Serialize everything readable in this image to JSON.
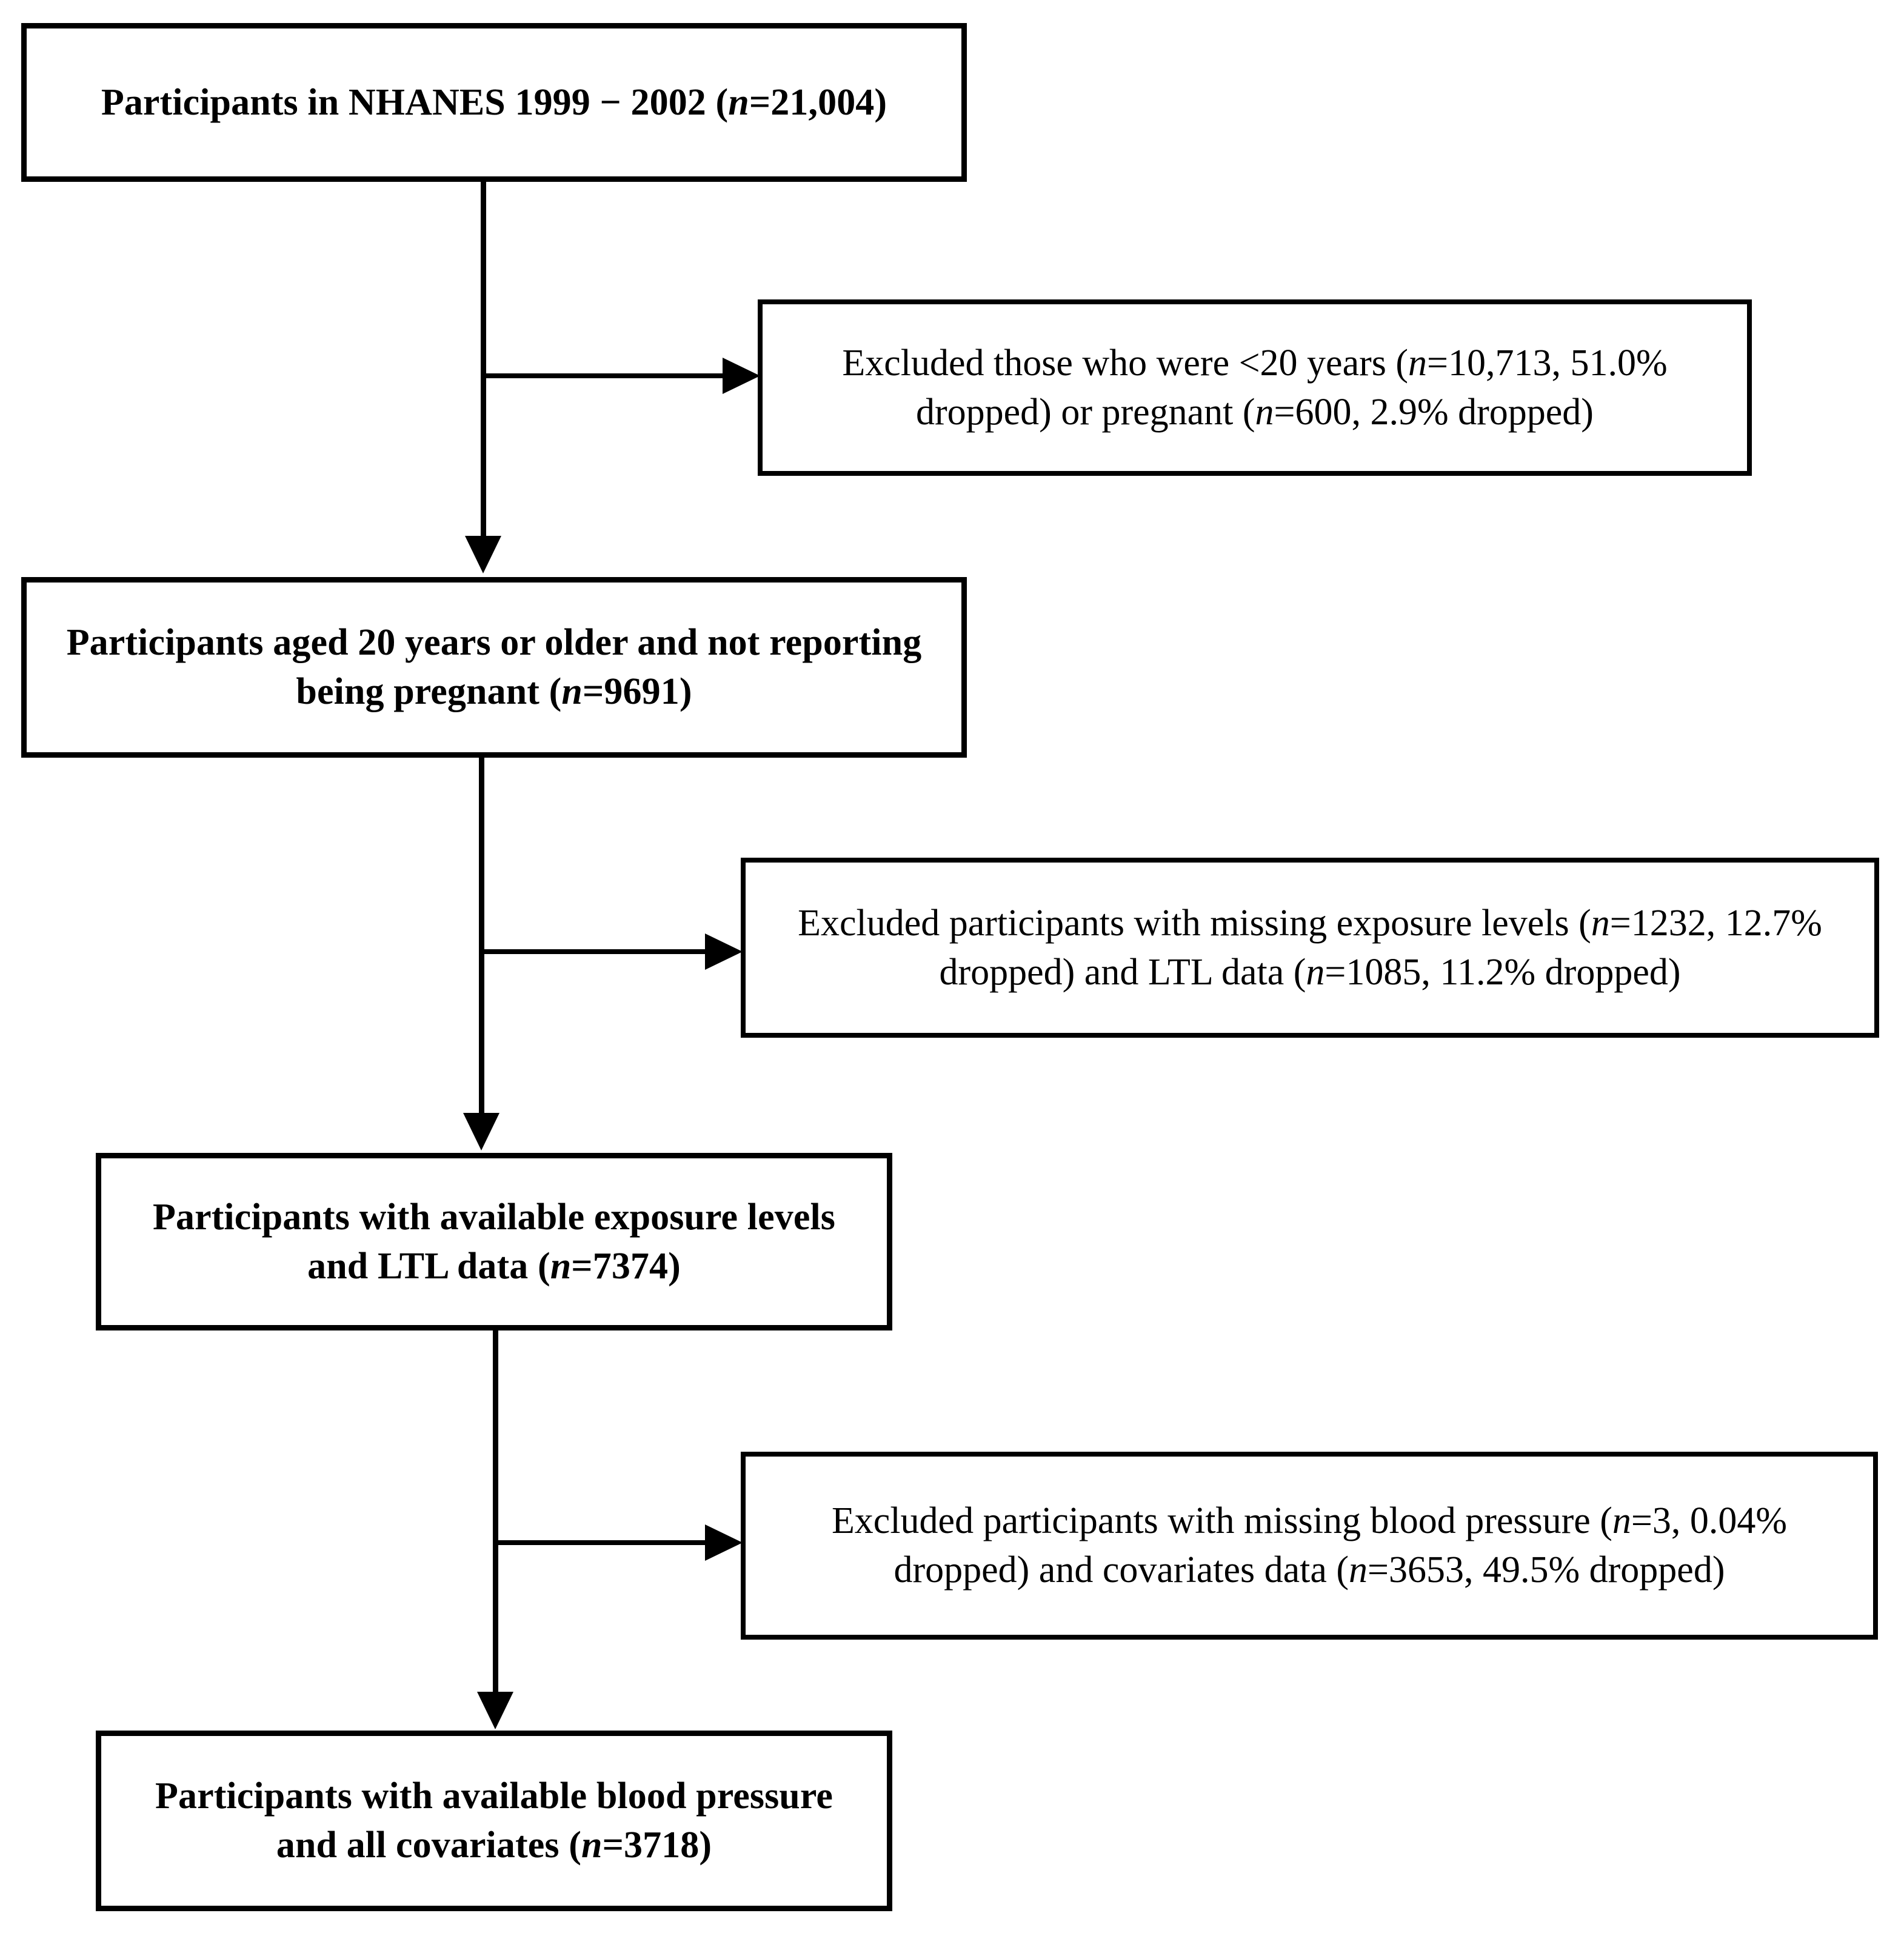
{
  "diagram": {
    "title": "Participant selection flowchart (NHANES 1999-2002)",
    "type": "flowchart",
    "orientation": "top-to-bottom",
    "stroke_color": "#000000",
    "background_color": "#ffffff",
    "nodes": [
      {
        "id": "node-1",
        "kind": "primary",
        "text_before_n": "Participants in NHANES 1999 − 2002 (",
        "n_symbol": "n",
        "text_after_n": "=21,004)",
        "full_text": "Participants in NHANES 1999 − 2002 (n=21,004)",
        "count": 21004
      },
      {
        "id": "node-2",
        "kind": "primary",
        "text_before_n": "Participants aged 20 years or older and not reporting being pregnant (",
        "n_symbol": "n",
        "text_after_n": "=9691)",
        "full_text": "Participants aged 20 years or older and not reporting being pregnant (n=9691)",
        "count": 9691
      },
      {
        "id": "node-3",
        "kind": "primary",
        "text_before_n": "Participants with available exposure levels and LTL data (",
        "n_symbol": "n",
        "text_after_n": "=7374)",
        "full_text": "Participants with available exposure levels and LTL data (n=7374)",
        "count": 7374
      },
      {
        "id": "node-4",
        "kind": "primary",
        "text_before_n": "Participants with available blood pressure and all covariates (",
        "n_symbol": "n",
        "text_after_n": "=3718)",
        "full_text": "Participants with available blood pressure and all covariates (n=3718)",
        "count": 3718
      }
    ],
    "exclusions": [
      {
        "id": "exclusion-1",
        "kind": "exclusion",
        "seg1": "Excluded those who were <20 years (",
        "n1_symbol": "n",
        "seg2": "=10,713, 51.0% dropped) or pregnant (",
        "n2_symbol": "n",
        "seg3": "=600, 2.9% dropped)",
        "full_text": "Excluded those who were <20 years (n=10,713, 51.0% dropped) or pregnant (n=600, 2.9% dropped)",
        "counts": [
          10713,
          600
        ],
        "percents": [
          "51.0%",
          "2.9%"
        ]
      },
      {
        "id": "exclusion-2",
        "kind": "exclusion",
        "seg1": "Excluded participants with missing exposure levels (",
        "n1_symbol": "n",
        "seg2": "=1232, 12.7% dropped) and LTL data (",
        "n2_symbol": "n",
        "seg3": "=1085, 11.2% dropped)",
        "full_text": "Excluded participants with missing exposure levels (n=1232, 12.7% dropped) and LTL data (n=1085, 11.2% dropped)",
        "counts": [
          1232,
          1085
        ],
        "percents": [
          "12.7%",
          "11.2%"
        ]
      },
      {
        "id": "exclusion-3",
        "kind": "exclusion",
        "seg1": "Excluded participants with missing blood pressure (",
        "n1_symbol": "n",
        "seg2": "=3, 0.04% dropped) and covariates data (",
        "n2_symbol": "n",
        "seg3": "=3653, 49.5% dropped)",
        "full_text": "Excluded participants with missing blood pressure (n=3, 0.04% dropped) and covariates data (n=3653, 49.5% dropped)",
        "counts": [
          3,
          3653
        ],
        "percents": [
          "0.04%",
          "49.5%"
        ]
      }
    ]
  }
}
